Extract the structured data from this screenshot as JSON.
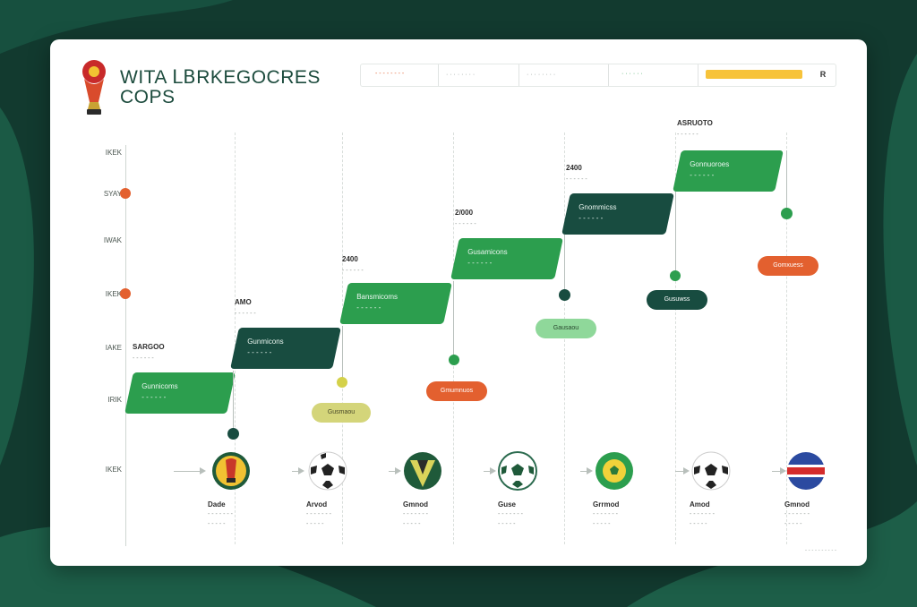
{
  "header": {
    "title_line1": "WITA 𝖫𝖡RKEGOCRES",
    "title_line2": "COPS",
    "toolbar": [
      "- - - - - - - -",
      "· · · · · · · ·",
      "· · · · · · · ·",
      "· · · · · ·",
      ""
    ],
    "toolbar_logo": "R"
  },
  "y_axis": {
    "labels": [
      "IKEK",
      "SYAY",
      "IWAK",
      "IKEK",
      "IAKE",
      "IRIK",
      "IKEK"
    ]
  },
  "stages": [
    {
      "heading": "SARGOO",
      "sub": "- - - - - -",
      "box_text": "Gunnicoms\n- - - - - -",
      "style": "green"
    },
    {
      "heading": "AMO",
      "sub": "- - - - - -",
      "box_text": "Gunmicons\n- - - - - -",
      "style": "dark"
    },
    {
      "heading": "2400",
      "sub": "- - - - - -",
      "box_text": "Bansmicoms\n- - - - - -",
      "style": "green"
    },
    {
      "heading": "2/000",
      "sub": "- - - - - -",
      "box_text": "Gusamicons\n- - - - - -",
      "style": "green"
    },
    {
      "heading": "2400",
      "sub": "- - - - - -",
      "box_text": "Gnommicss\n- - - - - -",
      "style": "dark"
    },
    {
      "heading": "ASRUOTO",
      "sub": "- - - - - -",
      "box_text": "Gonnuoroes\n- - - - - -",
      "style": "green"
    }
  ],
  "pills": [
    {
      "label": "Gusmaou",
      "color": "#d4d57a",
      "text_color": "#4a4a2a"
    },
    {
      "label": "Gmumnuos",
      "color": "#e3602f",
      "text_color": "#ffffff"
    },
    {
      "label": "Gausaou",
      "color": "#8fd89a",
      "text_color": "#2a4a30"
    },
    {
      "label": "Gusuwss",
      "color": "#184c40",
      "text_color": "#ffffff"
    },
    {
      "label": "Gomxuess",
      "color": "#e3602f",
      "text_color": "#ffffff"
    }
  ],
  "teams": [
    {
      "name": "Dade",
      "line1": "- - - - - - -",
      "line2": "- - - - -",
      "icon": "trophy-icon"
    },
    {
      "name": "Arvod",
      "line1": "- - - - - - -",
      "line2": "- - - - -",
      "icon": "soccer-ball-icon"
    },
    {
      "name": "Gmnod",
      "line1": "- - - - - - -",
      "line2": "- - - - -",
      "icon": "striped-ball-icon"
    },
    {
      "name": "Guse",
      "line1": "- - - - - - -",
      "line2": "- - - - -",
      "icon": "soccer-ball-icon"
    },
    {
      "name": "Grrmod",
      "line1": "- - - - - - -",
      "line2": "- - - - -",
      "icon": "yellow-ball-icon"
    },
    {
      "name": "Amod",
      "line1": "- - - - - - -",
      "line2": "- - - - -",
      "icon": "soccer-ball-icon"
    },
    {
      "name": "Gmnod",
      "line1": "- - - - - - -",
      "line2": "- - - - -",
      "icon": "flag-ball-icon"
    }
  ],
  "footnote": "- - - - - - - - - -",
  "colors": {
    "green": "#2c9e4e",
    "dark": "#184c40",
    "accent": "#e3602f"
  }
}
